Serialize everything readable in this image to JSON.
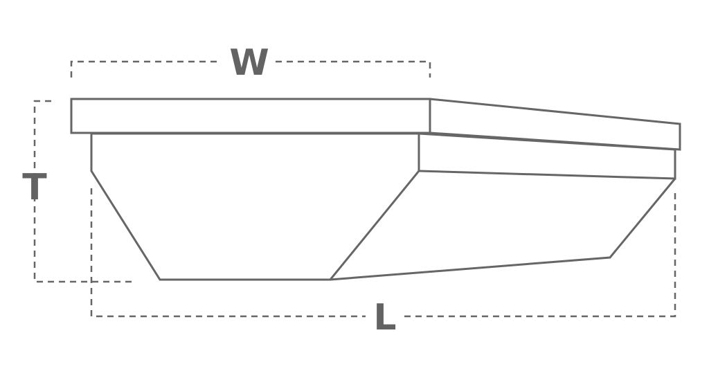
{
  "colors": {
    "line": "#666666",
    "text": "#636363",
    "background": "#ffffff"
  },
  "dimensions": {
    "width_label": "W",
    "thickness_label": "T",
    "length_label": "L"
  }
}
